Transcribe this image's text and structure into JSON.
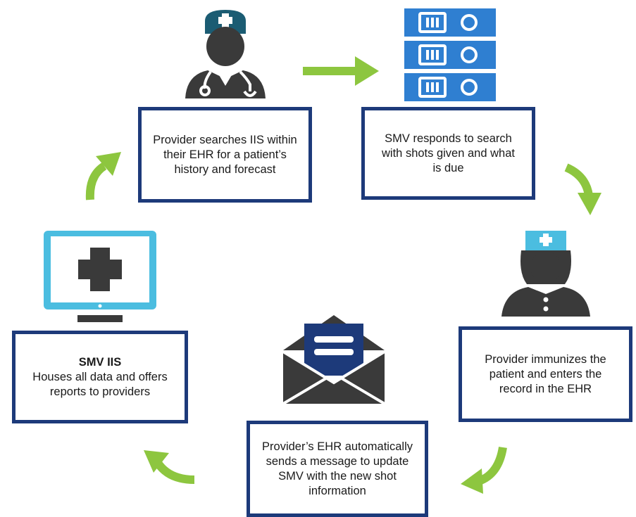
{
  "colors": {
    "box_border": "#1d3a7a",
    "arrow_green": "#8dc63f",
    "icon_dark": "#3a3a3a",
    "icon_teal": "#1b5c73",
    "icon_blue": "#2f7fd1",
    "icon_cyan": "#4bbde0",
    "envelope_navy": "#1d3a7a"
  },
  "steps": [
    {
      "icon": "doctor-icon",
      "text": "Provider searches IIS within their EHR for a patient’s history and forecast"
    },
    {
      "icon": "server-icon",
      "text": "SMV responds to search with shots given and what is due"
    },
    {
      "icon": "nurse-icon",
      "text": "Provider immunizes the patient and enters the record in the EHR"
    },
    {
      "icon": "envelope-icon",
      "text": "Provider’s EHR automatically sends a message to update SMV with the new shot information"
    },
    {
      "icon": "monitor-plus-icon",
      "title": "SMV IIS",
      "text": "Houses all data and offers reports to providers"
    }
  ]
}
